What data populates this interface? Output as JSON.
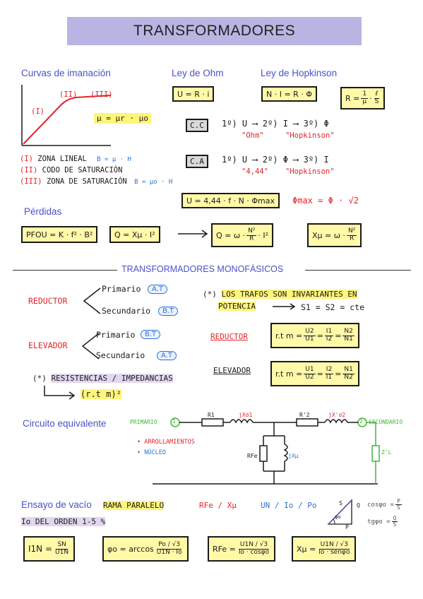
{
  "title": "TRANSFORMADORES",
  "curvas": {
    "heading": "Curvas de imanación",
    "zone1": "(I)",
    "zone2": "(II)",
    "zone3": "(III)",
    "mu_formula": "μ = μr · μo",
    "legend1_id": "(I)",
    "legend1_text": "ZONA LINEAL",
    "legend1_formula": "B = μ · H",
    "legend2_id": "(II)",
    "legend2_text": "CODO DE SATURACIÓN",
    "legend3_id": "(III)",
    "legend3_text": "ZONA DE SATURACIÓN",
    "legend3_formula": "B = μo · H"
  },
  "ohm": {
    "heading": "Ley de Ohm",
    "formula": "U = R · i"
  },
  "hopkinson": {
    "heading": "Ley de Hopkinson",
    "formula": "N · I = R · Φ",
    "r_lhs": "R =",
    "r_n1": "1",
    "r_d1": "μ",
    "r_n2": "ℓ",
    "r_d2": "S"
  },
  "cc": {
    "label": "C.C",
    "seq": "1º) U ⟶ 2º) I ⟶ 3º) Φ",
    "note1": "\"Ohm\"",
    "note2": "\"Hopkinson\""
  },
  "ca": {
    "label": "C.A",
    "seq": "1º) U ⟶ 2º) Φ ⟶ 3º) I",
    "note1": "\"4,44\"",
    "note2": "\"Hopkinson\""
  },
  "u444": {
    "formula": "U = 4,44 · f · N · Φmax",
    "phimax": "Φmax = Φ · √2"
  },
  "perdidas": {
    "heading": "Pérdidas",
    "pfe": "PFOU = K · f² · B²",
    "q1": "Q = Xμ · I²",
    "q2_lhs": "Q = ω ·",
    "q2_num": "N²",
    "q2_den": "R",
    "q2_tail": "· I²",
    "xmu_lhs": "Xμ = ω ·",
    "xmu_num": "N²",
    "xmu_den": "R"
  },
  "mono": {
    "heading": "TRANSFORMADORES MONOFÁSICOS",
    "reductor": "REDUCTOR",
    "elevador": "ELEVADOR",
    "primario": "Primario",
    "secundario": "Secundario",
    "at": "A.T",
    "bt": "B.T",
    "note_star": "(*)",
    "note1": "LOS TRAFOS SON INVARIANTES EN",
    "note2": "POTENCIA",
    "s_eq": "S1 = S2 = cte",
    "red_label": "REDUCTOR",
    "elev_label": "ELEVADOR",
    "rt": "r.t m =",
    "red_u_num": "U2",
    "red_u_den": "U1",
    "red_i_num": "I1",
    "red_i_den": "I2",
    "red_n_num": "N2",
    "red_n_den": "N1",
    "elev_u_num": "U1",
    "elev_u_den": "U2",
    "elev_i_num": "I2",
    "elev_i_den": "I1",
    "elev_n_num": "N1",
    "elev_n_den": "N2",
    "res_star": "(*)",
    "res_text": "RESISTENCIAS / IMPEDANCIAS",
    "res_arrow": "(r.t m)²"
  },
  "circuito": {
    "heading": "Circuito equivalente",
    "primario": "PRIMARIO",
    "secundario": "SECUNDARIO",
    "node1": "1",
    "node2": "2'",
    "r1": "R1",
    "x1": "jXσ1",
    "r2": "R'2",
    "x2": "jX'σ2",
    "rfe": "RFe",
    "xmu": "jXμ",
    "zl": "Z'L",
    "bullet1": "• ARROLLAMIENTOS",
    "bullet2": "• NÚCLEO"
  },
  "vacio": {
    "heading": "Ensayo de vacío",
    "rama": "RAMA PARALELO",
    "rfe_xmu": "RFe / Xμ",
    "params": "UN / Io / Po",
    "io_orden": "Io DEL ORDEN 1-5 %",
    "tri_q": "Q",
    "tri_p": "P",
    "tri_s": "S",
    "tri_phi": "φo",
    "cos": "cosφo =",
    "cos_n": "P",
    "cos_d": "S",
    "tg": "tgφo =",
    "tg_n": "Q",
    "tg_d": "S",
    "f1_lhs": "I1N =",
    "f1_n": "SN",
    "f1_d": "U1N",
    "f2_lhs": "φo = arccos",
    "f2_n": "Po / √3",
    "f2_d": "U1N · Io",
    "f3_lhs": "RFe =",
    "f3_n": "U1N / √3",
    "f3_d": "Io · cosφo",
    "f4_lhs": "Xμ =",
    "f4_n": "U1N / √3",
    "f4_d": "Io · senφo"
  },
  "colors": {
    "band": "#b8b5e3",
    "heading": "#4a52c8",
    "red": "#e0262b",
    "blue": "#2b72d8",
    "green": "#3fb83a",
    "highlight": "#fff57a",
    "purple": "#e2d7ef"
  }
}
